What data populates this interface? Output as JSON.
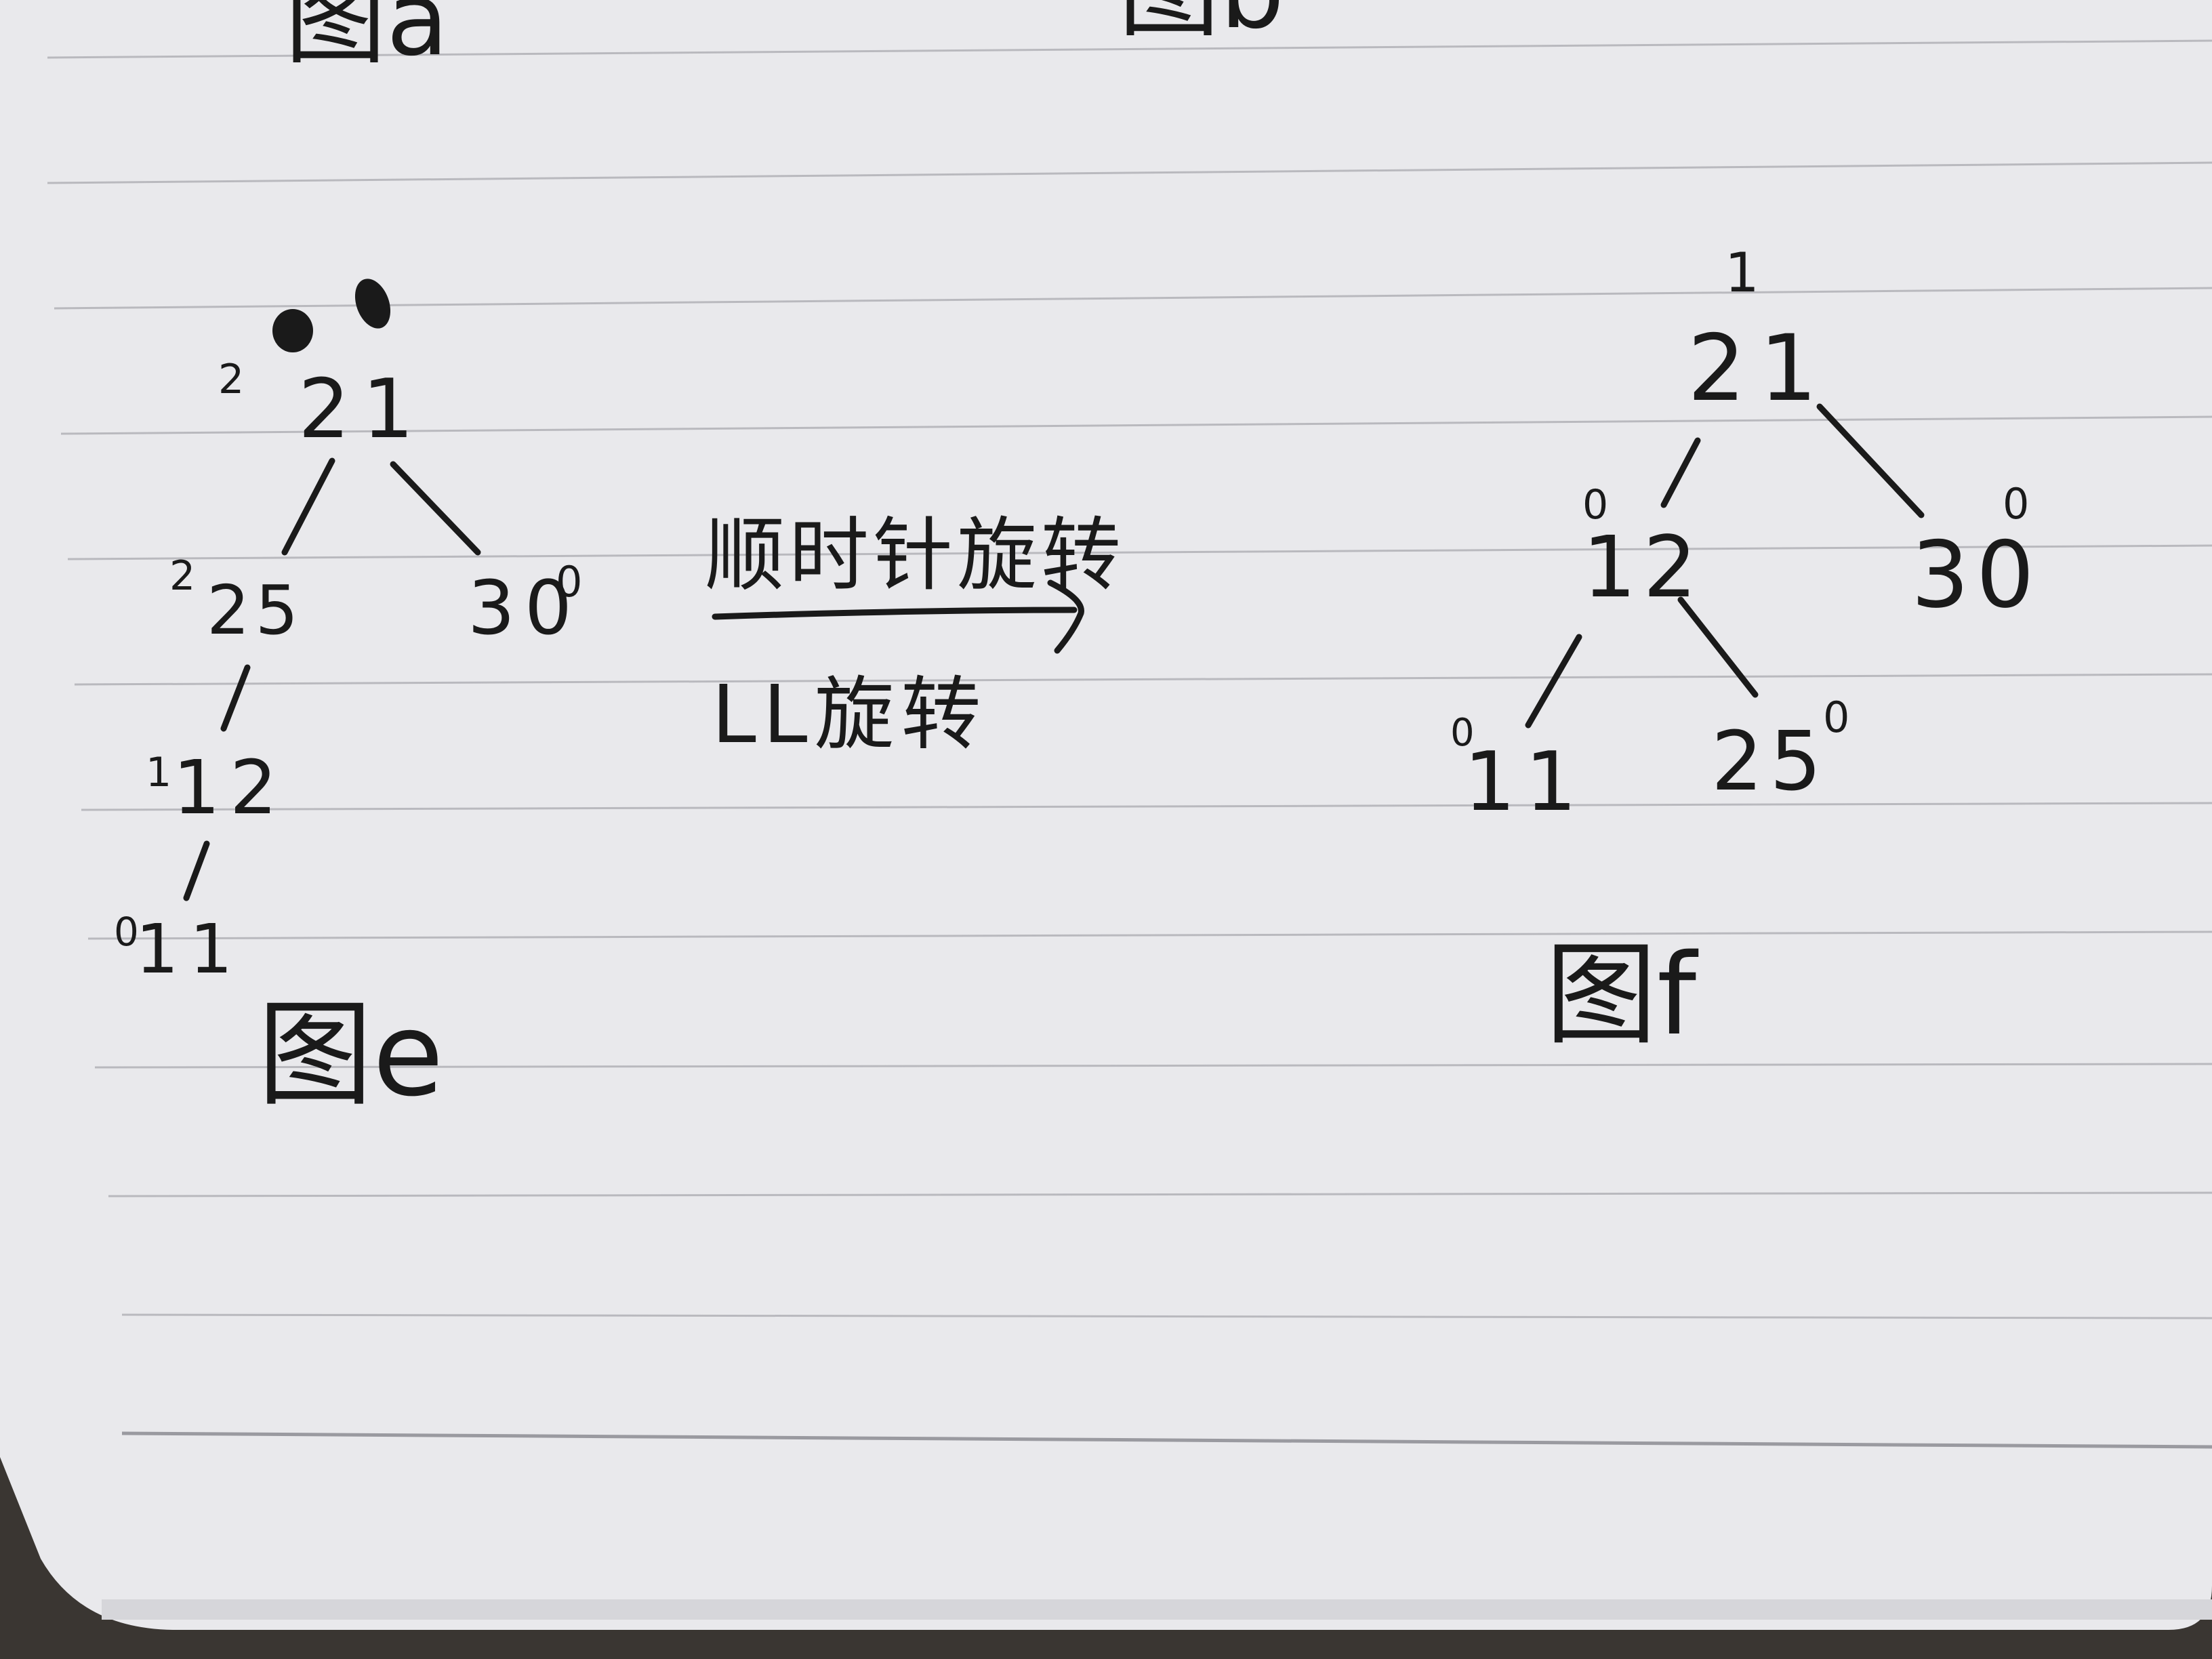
{
  "top_fragments": [
    "图a",
    "图b"
  ],
  "figure_e": {
    "caption": "图e",
    "nodes": [
      {
        "key": "21",
        "balance": "2"
      },
      {
        "key": "25",
        "balance": "2"
      },
      {
        "key": "30",
        "balance": "0"
      },
      {
        "key": "12",
        "balance": "1"
      },
      {
        "key": "11",
        "balance": "0"
      }
    ]
  },
  "rotation": {
    "label_top": "顺时针旋转",
    "label_bottom": "LL旋转"
  },
  "figure_f": {
    "caption": "图f",
    "nodes": [
      {
        "key": "21",
        "balance": "1"
      },
      {
        "key": "12",
        "balance": "0"
      },
      {
        "key": "30",
        "balance": "0"
      },
      {
        "key": "11",
        "balance": "0"
      },
      {
        "key": "25",
        "balance": "0"
      }
    ]
  }
}
